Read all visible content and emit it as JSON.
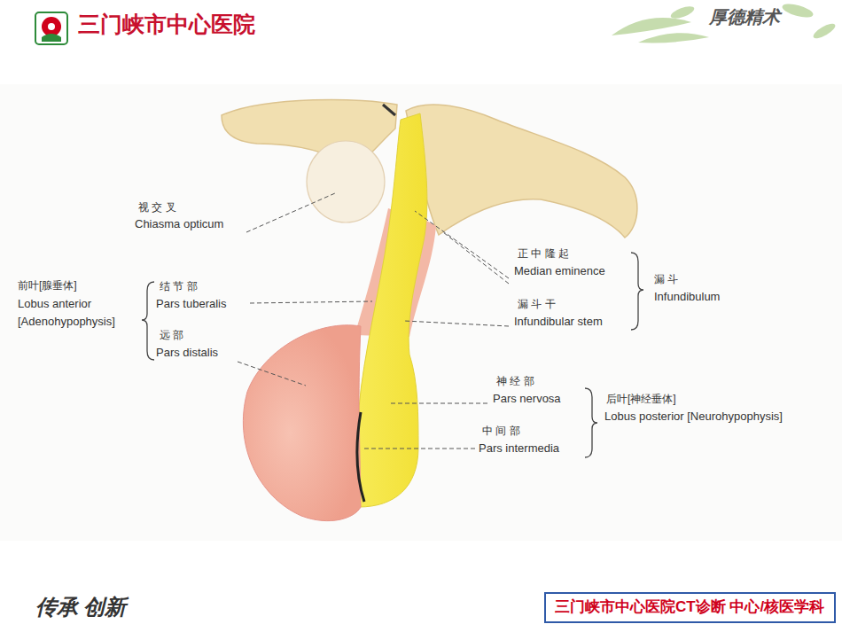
{
  "diagram": {
    "nodes": [
      {
        "text": [
          "三门峡市中心医院CT诊断 中心/核医学科"
        ]
      }
    ],
    "labels": [
      "三门峡市中心医院",
      "厚德精术",
      "视 交 叉",
      "Chiasma opticum",
      "正 中 隆 起",
      "Median eminence",
      "漏 斗 干",
      "Infundibular stem",
      "漏 斗",
      "Infundibulum",
      "前叶[腺垂体]",
      "Lobus anterior",
      "[Adenohypophysis]",
      "结 节 部",
      "Pars tuberalis",
      "远 部",
      "Pars distalis",
      "神 经 部",
      "Pars nervosa",
      "中 间 部",
      "Pars intermedia",
      "后叶[神经垂体]",
      "Lobus posterior [Neurohypophysis]",
      "传承 创新"
    ]
  }
}
